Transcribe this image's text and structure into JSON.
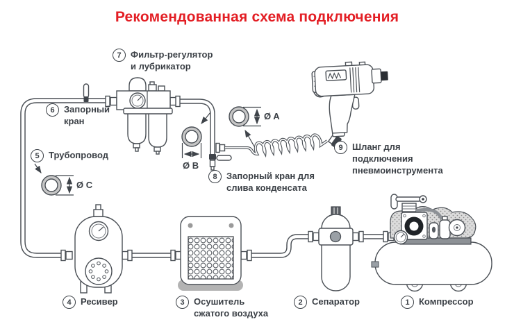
{
  "title": "Рекомендованная схема подключения",
  "callouts": [
    {
      "num": "1",
      "text": "Компрессор"
    },
    {
      "num": "2",
      "text": "Сепаратор"
    },
    {
      "num": "3",
      "text": "Осушитель\nсжатого воздуха"
    },
    {
      "num": "4",
      "text": "Ресивер"
    },
    {
      "num": "5",
      "text": "Трубопровод"
    },
    {
      "num": "6",
      "text": "Запорный\nкран"
    },
    {
      "num": "7",
      "text": "Фильтр-регулятор\nи лубрикатор"
    },
    {
      "num": "8",
      "text": "Запорный кран для\nслива конденсата"
    },
    {
      "num": "9",
      "text": "Шланг для\nподключения\nпневмоинструмента"
    }
  ],
  "dimension_labels": {
    "a": "Ø A",
    "b": "Ø B",
    "c": "Ø C"
  },
  "colors": {
    "accent_red": "#e31e24",
    "line": "#4a4f55",
    "text": "#3b4046"
  }
}
